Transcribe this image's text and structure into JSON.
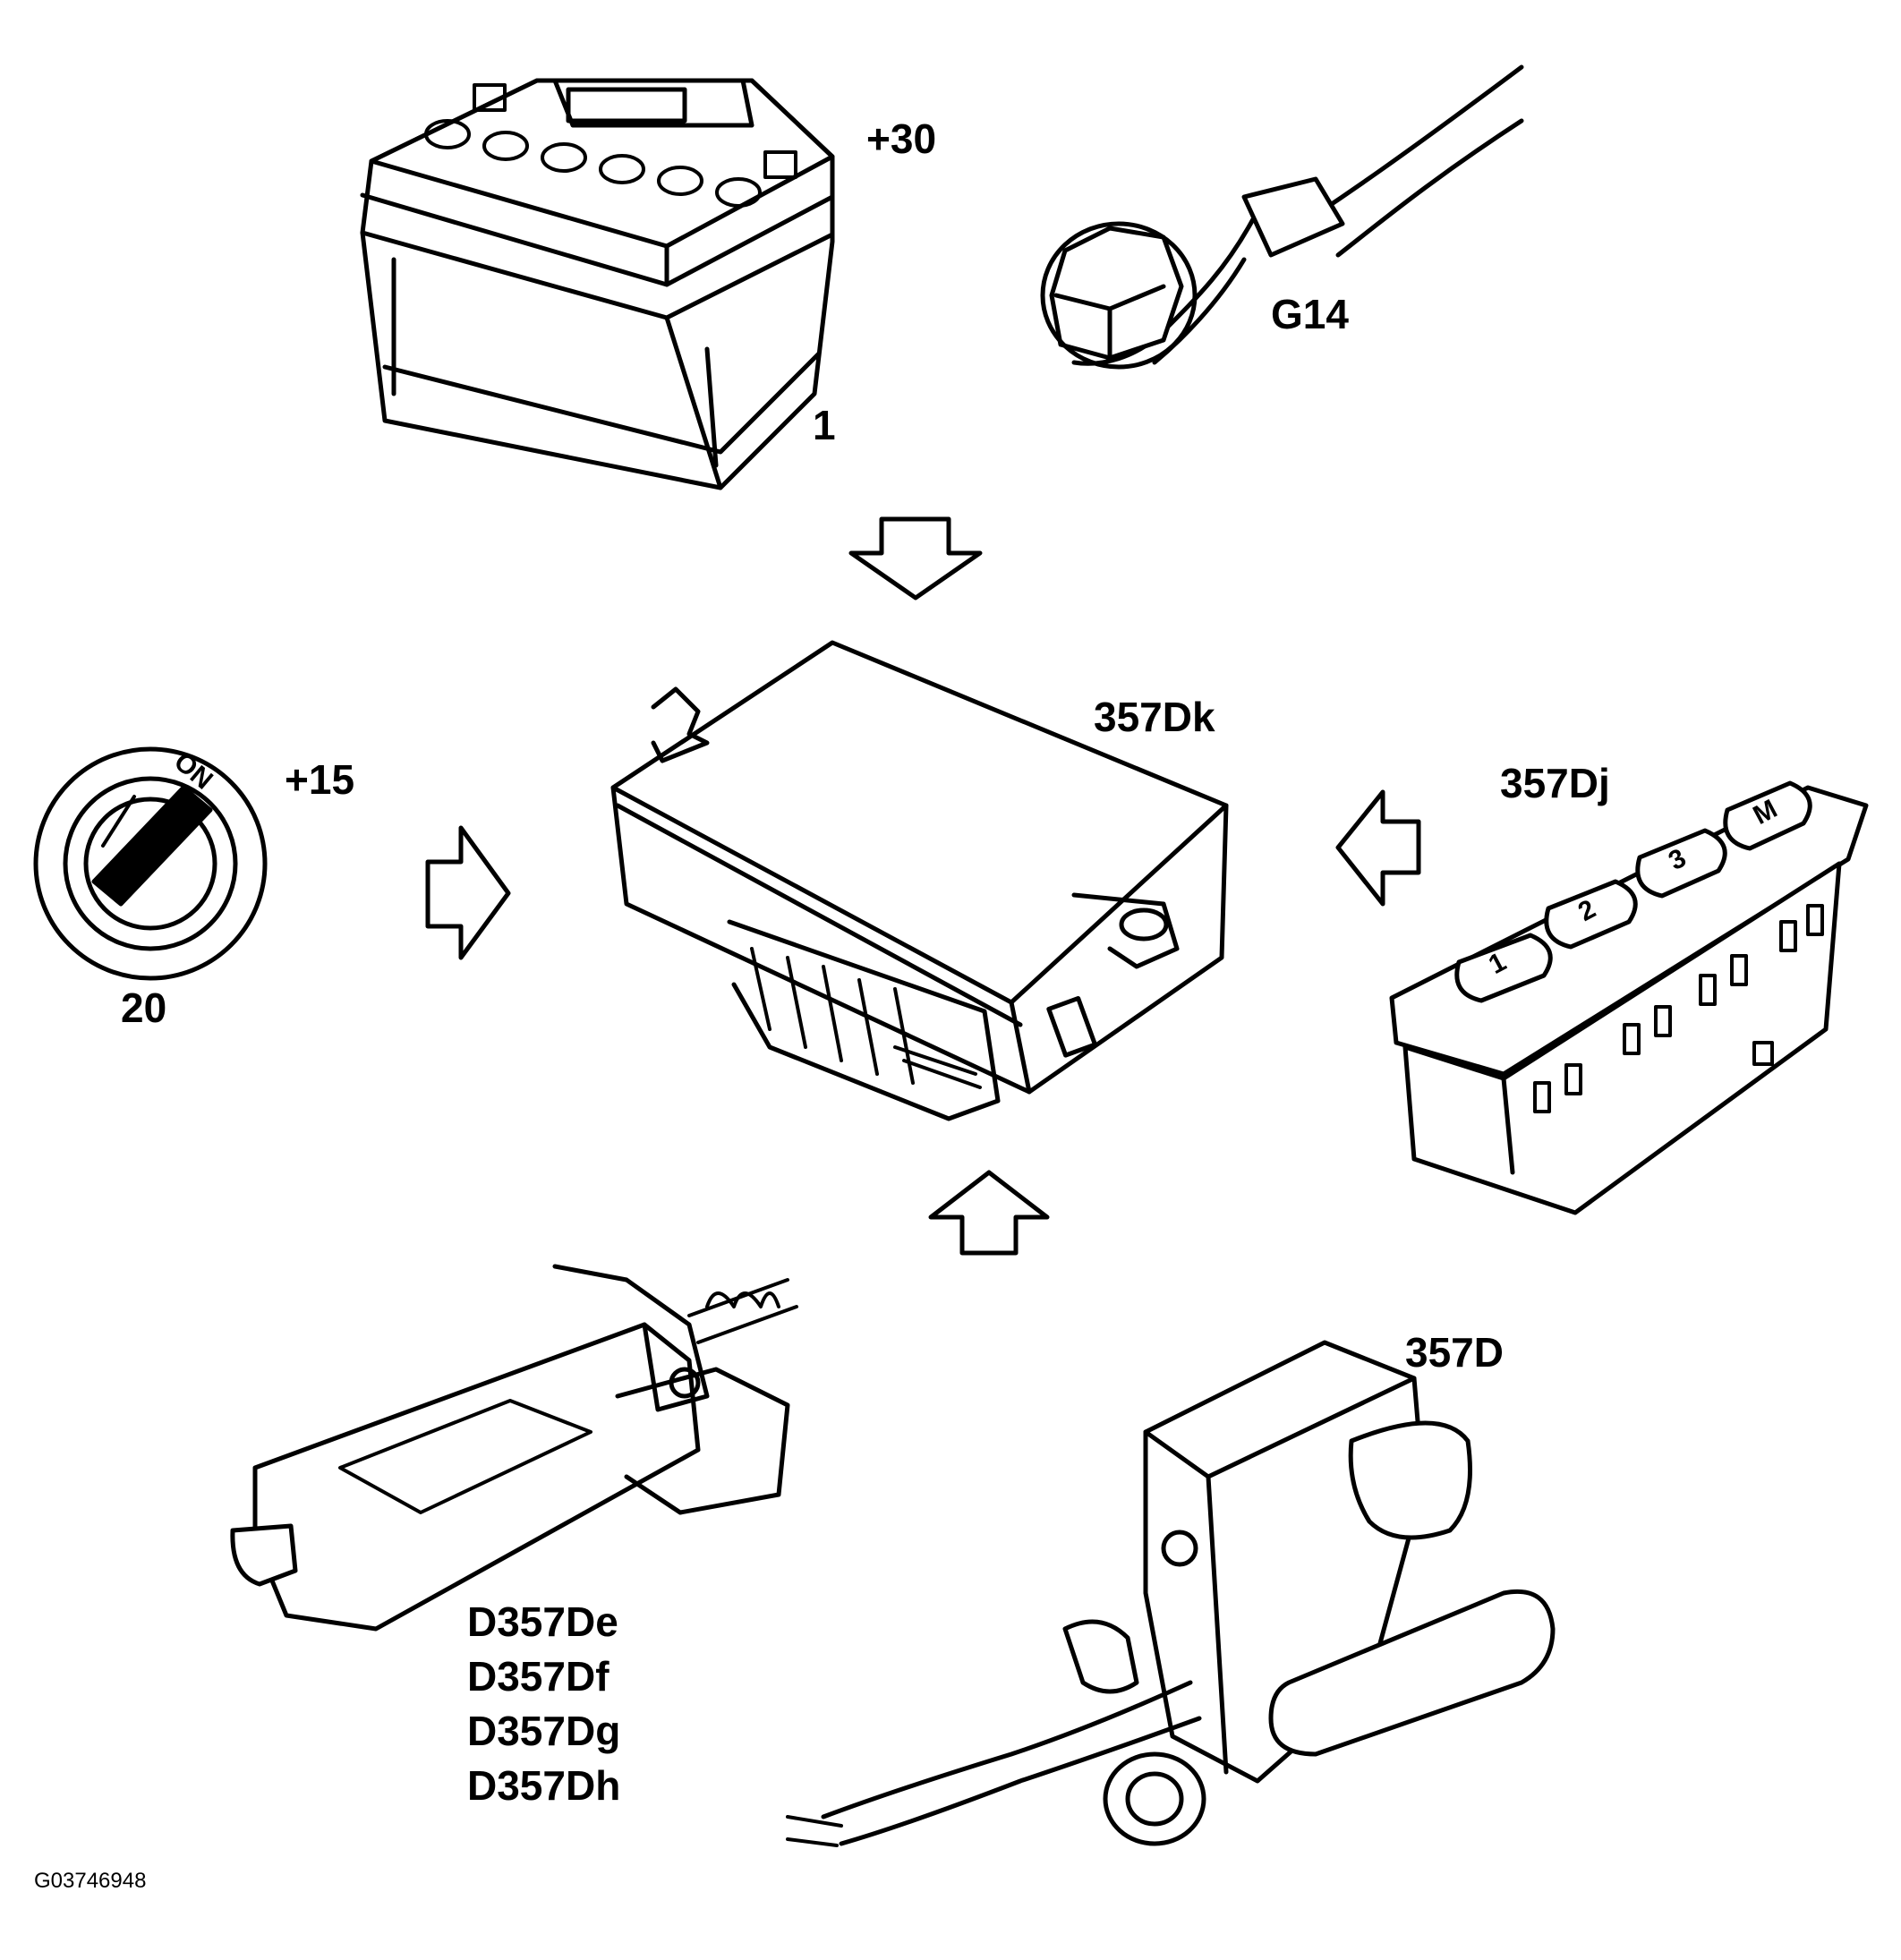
{
  "labels": {
    "battery_terminal": "+30",
    "ground_point": "G14",
    "battery_number": "1",
    "ignition_terminal": "+15",
    "ignition_switch_text": "ON",
    "ignition_number": "20",
    "control_module": "357Dk",
    "memory_switch": "357Dj",
    "seat_switch": "357D"
  },
  "memory_buttons": [
    "1",
    "2",
    "3",
    "M"
  ],
  "motors": [
    "D357De",
    "D357Df",
    "D357Dg",
    "D357Dh"
  ],
  "figure_id": "G03746948"
}
